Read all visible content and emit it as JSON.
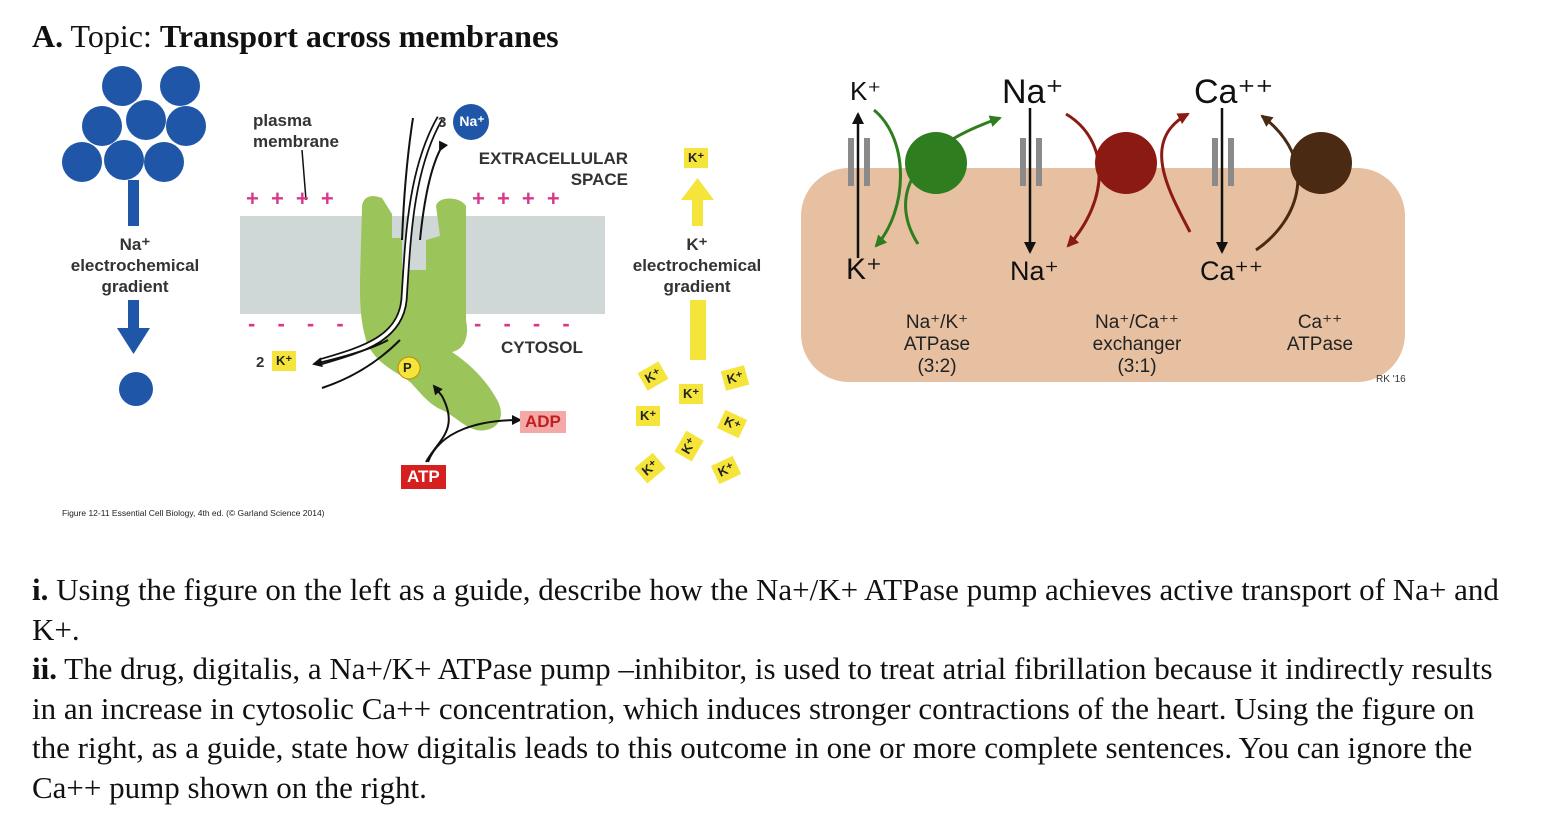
{
  "title": {
    "prefix": "A.",
    "topic_label": " Topic: ",
    "topic": "Transport across membranes"
  },
  "left_figure": {
    "na_gradient_label": [
      "Na⁺",
      "electrochemical",
      "gradient"
    ],
    "k_gradient_label": [
      "K⁺",
      "electrochemical",
      "gradient"
    ],
    "plasma_membrane": [
      "plasma",
      "membrane"
    ],
    "extracellular": [
      "EXTRACELLULAR",
      "SPACE"
    ],
    "cytosol": "CYTOSOL",
    "plus_left": "+ + + +",
    "plus_right": "+ + + +",
    "minus_left": "- - - -",
    "minus_right": "- - - -",
    "three_na": "3",
    "na_ion": "Na⁺",
    "two_k": "2",
    "k_ion": "K⁺",
    "phosphate": "P",
    "adp": "ADP",
    "atp": "ATP",
    "k_top": "K⁺",
    "k_scatter": [
      "K⁺",
      "K⁺",
      "K⁺",
      "K⁺",
      "K⁺",
      "K⁺",
      "K⁺",
      "K⁺"
    ],
    "caption": "Figure 12-11 Essential Cell Biology, 4th ed. (© Garland Science 2014)"
  },
  "right_figure": {
    "k_top": "K⁺",
    "na_top": "Na⁺",
    "ca_top": "Ca⁺⁺",
    "k_bottom": "K⁺",
    "na_bottom": "Na⁺",
    "ca_bottom": "Ca⁺⁺",
    "pump1": [
      "Na⁺/K⁺",
      "ATPase",
      "(3:2)"
    ],
    "pump2": [
      "Na⁺/Ca⁺⁺",
      "exchanger",
      "(3:1)"
    ],
    "pump3": [
      "Ca⁺⁺",
      "ATPase"
    ],
    "credit": "RK '16",
    "colors": {
      "cell": "#e6c0a1",
      "na_k_pump": "#2e7d1f",
      "exchanger": "#8b1a12",
      "ca_pump": "#4a2a12"
    }
  },
  "questions": {
    "q1_num": "i.",
    "q1_text": " Using the figure on the left as a guide, describe how the Na+/K+ ATPase pump achieves active transport of Na+ and K+.",
    "q2_num": "ii.",
    "q2_text": " The drug, digitalis, a Na+/K+ ATPase pump –inhibitor, is used to treat atrial fibrillation because it indirectly results in an increase in cytosolic Ca++ concentration, which induces stronger contractions of the heart. Using the figure on the right, as a guide, state how digitalis leads to this outcome in one or more complete sentences. You can ignore the Ca++ pump shown on the right."
  }
}
